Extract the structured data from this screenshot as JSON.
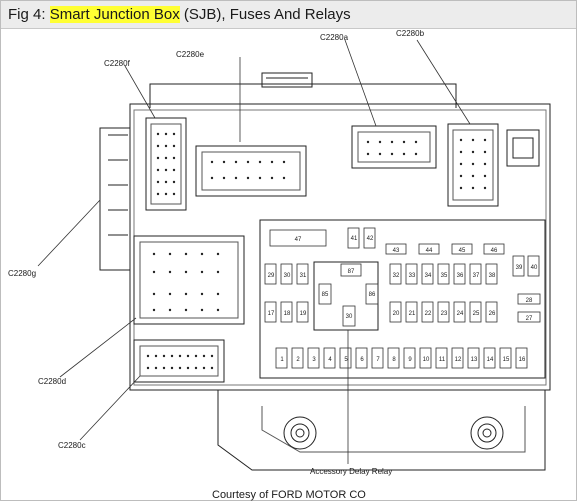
{
  "title": {
    "prefix": "Fig 4: ",
    "highlight": "Smart Junction Box",
    "suffix": " (SJB), Fuses And Relays",
    "highlight_color": "#ffff33"
  },
  "connectors": {
    "c2280a": "C2280a",
    "c2280b": "C2280b",
    "c2280c": "C2280c",
    "c2280d": "C2280d",
    "c2280e": "C2280e",
    "c2280f": "C2280f",
    "c2280g": "C2280g"
  },
  "relay_label": "Accessory Delay Relay",
  "credit": "Courtesy of FORD MOTOR CO",
  "fuses": {
    "upper": [
      "47",
      "41",
      "42",
      "43",
      "44",
      "45",
      "46"
    ],
    "row_mid_left": [
      "29",
      "30",
      "31"
    ],
    "row_mid_right": [
      "32",
      "33",
      "34",
      "35",
      "36",
      "37",
      "38"
    ],
    "side_right": [
      "39",
      "40"
    ],
    "relays_center": [
      "87",
      "85",
      "86",
      "30"
    ],
    "row_low_left": [
      "17",
      "18",
      "19"
    ],
    "row_low_right": [
      "20",
      "21",
      "22",
      "23",
      "24",
      "25",
      "26"
    ],
    "side_right_low": [
      "28",
      "27"
    ],
    "bottom_row": [
      "1",
      "2",
      "3",
      "4",
      "5",
      "6",
      "7",
      "8",
      "9",
      "10",
      "11",
      "12",
      "13",
      "14",
      "15",
      "16"
    ]
  }
}
